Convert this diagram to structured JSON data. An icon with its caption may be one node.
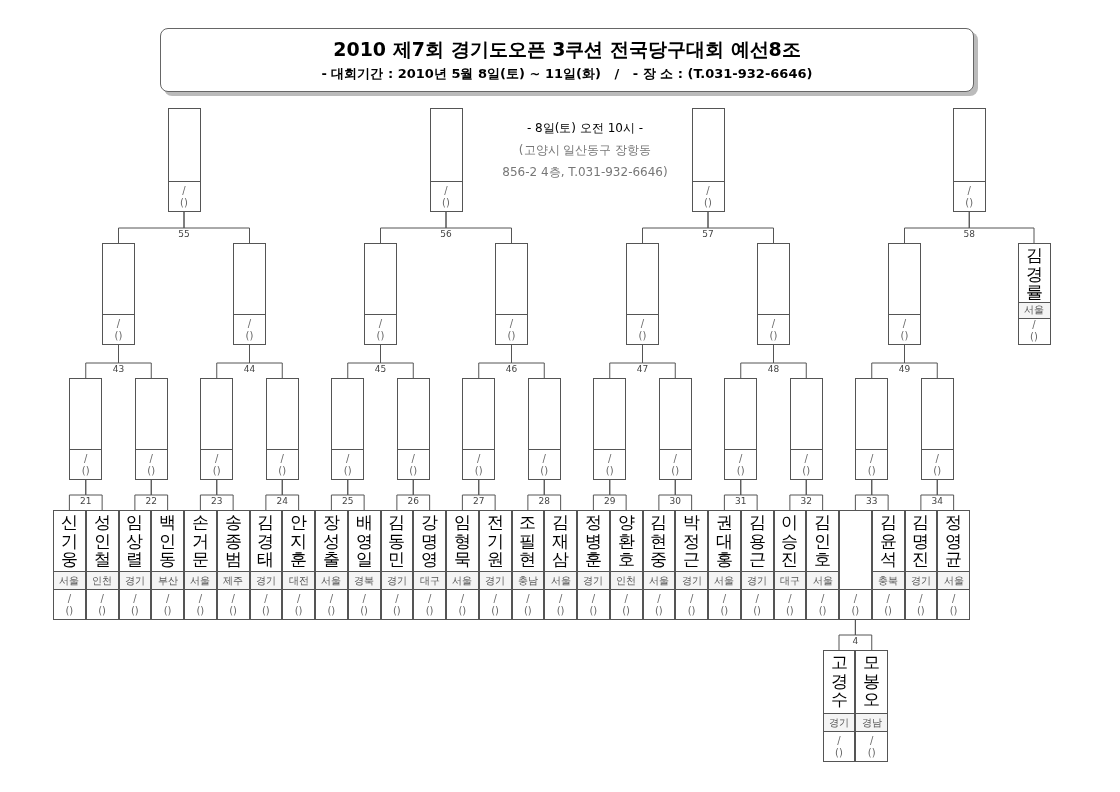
{
  "diagram": {
    "title": "2010 제7회 경기도오픈 3쿠션 전국당구대회 예선8조",
    "nodes": [
      {
        "text": [
          "/",
          "()"
        ]
      },
      {
        "text": [
          "/",
          "()"
        ]
      },
      {
        "text": [
          "/",
          "()"
        ]
      },
      {
        "text": [
          "/",
          "()"
        ]
      },
      {
        "text": [
          "/",
          "()"
        ]
      },
      {
        "text": [
          "/",
          "()"
        ]
      },
      {
        "text": [
          "/",
          "()"
        ]
      },
      {
        "text": [
          "/",
          "()"
        ]
      },
      {
        "text": [
          "/",
          "()"
        ]
      },
      {
        "text": [
          "/",
          "()"
        ]
      },
      {
        "text": [
          "/",
          "()"
        ]
      },
      {
        "text": [
          "김경률",
          "서울",
          "/",
          "()"
        ]
      },
      {
        "text": [
          "/",
          "()"
        ]
      },
      {
        "text": [
          "/",
          "()"
        ]
      },
      {
        "text": [
          "/",
          "()"
        ]
      },
      {
        "text": [
          "/",
          "()"
        ]
      },
      {
        "text": [
          "/",
          "()"
        ]
      },
      {
        "text": [
          "/",
          "()"
        ]
      },
      {
        "text": [
          "/",
          "()"
        ]
      },
      {
        "text": [
          "/",
          "()"
        ]
      },
      {
        "text": [
          "/",
          "()"
        ]
      },
      {
        "text": [
          "/",
          "()"
        ]
      },
      {
        "text": [
          "/",
          "()"
        ]
      },
      {
        "text": [
          "/",
          "()"
        ]
      },
      {
        "text": [
          "/",
          "()"
        ]
      },
      {
        "text": [
          "/",
          "()"
        ]
      },
      {
        "text": [
          "신기웅",
          "서울",
          "/",
          "()"
        ]
      },
      {
        "text": [
          "성인철",
          "인천",
          "/",
          "()"
        ]
      },
      {
        "text": [
          "임상렬",
          "경기",
          "/",
          "()"
        ]
      },
      {
        "text": [
          "백인동",
          "부산",
          "/",
          "()"
        ]
      },
      {
        "text": [
          "손거문",
          "서울",
          "/",
          "()"
        ]
      },
      {
        "text": [
          "송종범",
          "제주",
          "/",
          "()"
        ]
      },
      {
        "text": [
          "김경태",
          "경기",
          "/",
          "()"
        ]
      },
      {
        "text": [
          "안지훈",
          "대전",
          "/",
          "()"
        ]
      },
      {
        "text": [
          "장성출",
          "서울",
          "/",
          "()"
        ]
      },
      {
        "text": [
          "배영일",
          "경북",
          "/",
          "()"
        ]
      },
      {
        "text": [
          "김동민",
          "경기",
          "/",
          "()"
        ]
      },
      {
        "text": [
          "강명영",
          "대구",
          "/",
          "()"
        ]
      },
      {
        "text": [
          "임형묵",
          "서울",
          "/",
          "()"
        ]
      },
      {
        "text": [
          "전기원",
          "경기",
          "/",
          "()"
        ]
      },
      {
        "text": [
          "조필현",
          "충남",
          "/",
          "()"
        ]
      },
      {
        "text": [
          "김재삼",
          "서울",
          "/",
          "()"
        ]
      },
      {
        "text": [
          "정병훈",
          "경기",
          "/",
          "()"
        ]
      },
      {
        "text": [
          "양환호",
          "인천",
          "/",
          "()"
        ]
      },
      {
        "text": [
          "김현중",
          "서울",
          "/",
          "()"
        ]
      },
      {
        "text": [
          "박정근",
          "경기",
          "/",
          "()"
        ]
      },
      {
        "text": [
          "권대홍",
          "서울",
          "/",
          "()"
        ]
      },
      {
        "text": [
          "김용근",
          "경기",
          "/",
          "()"
        ]
      },
      {
        "text": [
          "이승진",
          "대구",
          "/",
          "()"
        ]
      },
      {
        "text": [
          "김인호",
          "서울",
          "/",
          "()"
        ]
      },
      {
        "text": [
          "/",
          "()"
        ]
      },
      {
        "text": [
          "김윤석",
          "충북",
          "/",
          "()"
        ]
      },
      {
        "text": [
          "김명진",
          "경기",
          "/",
          "()"
        ]
      },
      {
        "text": [
          "정영균",
          "서울",
          "/",
          "()"
        ]
      },
      {
        "text": [
          "고경수",
          "경기",
          "/",
          "()"
        ]
      },
      {
        "text": [
          "모봉오",
          "경남",
          "/",
          "()"
        ]
      }
    ],
    "edges": [
      {
        "from": 4,
        "to": 0,
        "arrow": "none",
        "label": "55"
      },
      {
        "from": 5,
        "to": 0,
        "arrow": "none"
      },
      {
        "from": 6,
        "to": 1,
        "arrow": "none",
        "label": "56"
      },
      {
        "from": 7,
        "to": 1,
        "arrow": "none"
      },
      {
        "from": 8,
        "to": 2,
        "arrow": "none",
        "label": "57"
      },
      {
        "from": 9,
        "to": 2,
        "arrow": "none"
      },
      {
        "from": 10,
        "to": 3,
        "arrow": "none",
        "label": "58"
      },
      {
        "from": 11,
        "to": 3,
        "arrow": "none"
      },
      {
        "from": 12,
        "to": 4,
        "arrow": "none",
        "label": "43"
      },
      {
        "from": 13,
        "to": 4,
        "arrow": "none"
      },
      {
        "from": 14,
        "to": 5,
        "arrow": "none",
        "label": "44"
      },
      {
        "from": 15,
        "to": 5,
        "arrow": "none"
      },
      {
        "from": 16,
        "to": 6,
        "arrow": "none",
        "label": "45"
      },
      {
        "from": 17,
        "to": 6,
        "arrow": "none"
      },
      {
        "from": 18,
        "to": 7,
        "arrow": "none",
        "label": "46"
      },
      {
        "from": 19,
        "to": 7,
        "arrow": "none"
      },
      {
        "from": 20,
        "to": 8,
        "arrow": "none",
        "label": "47"
      },
      {
        "from": 21,
        "to": 8,
        "arrow": "none"
      },
      {
        "from": 22,
        "to": 9,
        "arrow": "none",
        "label": "48"
      },
      {
        "from": 23,
        "to": 9,
        "arrow": "none"
      },
      {
        "from": 24,
        "to": 10,
        "arrow": "none",
        "label": "49"
      },
      {
        "from": 25,
        "to": 10,
        "arrow": "none"
      },
      {
        "from": 26,
        "to": 12,
        "arrow": "none",
        "label": "21"
      },
      {
        "from": 27,
        "to": 12,
        "arrow": "none"
      },
      {
        "from": 28,
        "to": 13,
        "arrow": "none",
        "label": "22"
      },
      {
        "from": 29,
        "to": 13,
        "arrow": "none"
      },
      {
        "from": 30,
        "to": 14,
        "arrow": "none",
        "label": "23"
      },
      {
        "from": 31,
        "to": 14,
        "arrow": "none"
      },
      {
        "from": 32,
        "to": 15,
        "arrow": "none",
        "label": "24"
      },
      {
        "from": 33,
        "to": 15,
        "arrow": "none"
      },
      {
        "from": 34,
        "to": 16,
        "arrow": "none",
        "label": "25"
      },
      {
        "from": 35,
        "to": 16,
        "arrow": "none"
      },
      {
        "from": 36,
        "to": 17,
        "arrow": "none",
        "label": "26"
      },
      {
        "from": 37,
        "to": 17,
        "arrow": "none"
      },
      {
        "from": 38,
        "to": 18,
        "arrow": "none",
        "label": "27"
      },
      {
        "from": 39,
        "to": 18,
        "arrow": "none"
      },
      {
        "from": 40,
        "to": 19,
        "arrow": "none",
        "label": "28"
      },
      {
        "from": 41,
        "to": 19,
        "arrow": "none"
      },
      {
        "from": 42,
        "to": 20,
        "arrow": "none",
        "label": "29"
      },
      {
        "from": 43,
        "to": 20,
        "arrow": "none"
      },
      {
        "from": 44,
        "to": 21,
        "arrow": "none",
        "label": "30"
      },
      {
        "from": 45,
        "to": 21,
        "arrow": "none"
      },
      {
        "from": 46,
        "to": 22,
        "arrow": "none",
        "label": "31"
      },
      {
        "from": 47,
        "to": 22,
        "arrow": "none"
      },
      {
        "from": 48,
        "to": 23,
        "arrow": "none",
        "label": "32"
      },
      {
        "from": 49,
        "to": 23,
        "arrow": "none"
      },
      {
        "from": 50,
        "to": 24,
        "arrow": "none",
        "label": "33"
      },
      {
        "from": 51,
        "to": 24,
        "arrow": "none"
      },
      {
        "from": 52,
        "to": 25,
        "arrow": "none",
        "label": "34"
      },
      {
        "from": 53,
        "to": 25,
        "arrow": "none"
      },
      {
        "from": 54,
        "to": 50,
        "arrow": "none",
        "label": "4"
      },
      {
        "from": 55,
        "to": 50,
        "arrow": "none"
      }
    ],
    "labels": [
      "- 대회기간 : 2010년 5월 8일(토) ~ 11일(화)   /   - 장 소 : (T.031-932-6646)",
      "- 8일(토) 오전 10시 -",
      "(고양시 일산동구 장항동",
      "856-2 4층, T.031-932-6646)"
    ]
  }
}
